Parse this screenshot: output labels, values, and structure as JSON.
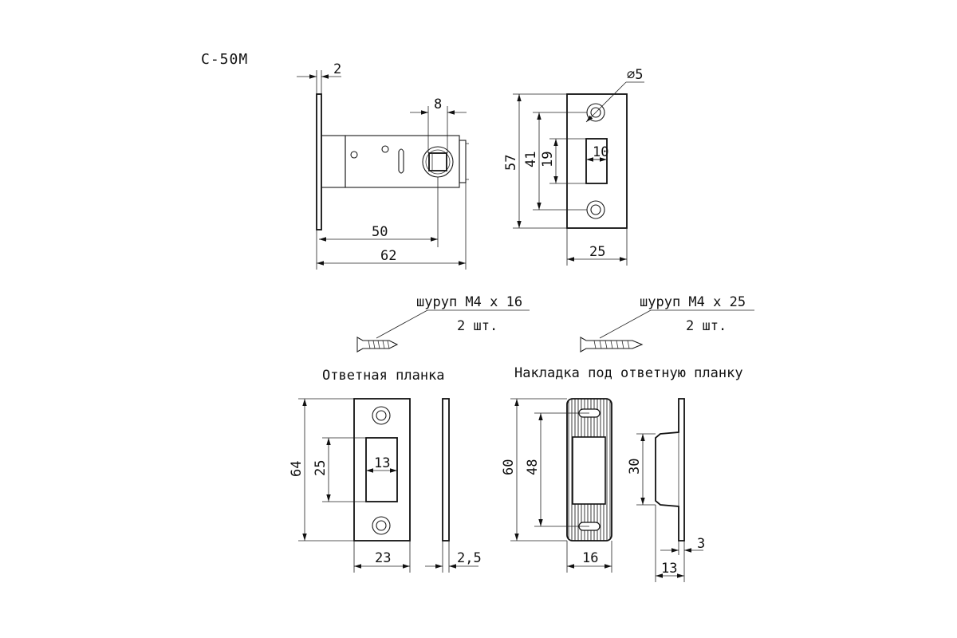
{
  "model": "С-50М",
  "latch": {
    "dims": {
      "plate_thickness": "2",
      "bolt_offset": "8",
      "backset": "50",
      "total_length": "62"
    }
  },
  "faceplate": {
    "dims": {
      "hole_diameter": "⌀5",
      "height": "57",
      "hole_spacing": "41",
      "bolt_height": "19",
      "bolt_width": "10",
      "width": "25"
    }
  },
  "screws": [
    {
      "label": "шуруп М4 х 16",
      "qty": "2 шт."
    },
    {
      "label": "шуруп М4 х 25",
      "qty": "2 шт."
    }
  ],
  "strike_plate": {
    "title": "Ответная планка",
    "dims": {
      "height": "64",
      "opening_height": "25",
      "opening_width": "13",
      "width": "23",
      "thickness": "2,5"
    }
  },
  "strike_cover": {
    "title": "Накладка под ответную планку",
    "dims": {
      "height": "60",
      "hole_spacing": "48",
      "width": "16",
      "depth_height": "30",
      "flange": "3",
      "depth": "13"
    }
  }
}
